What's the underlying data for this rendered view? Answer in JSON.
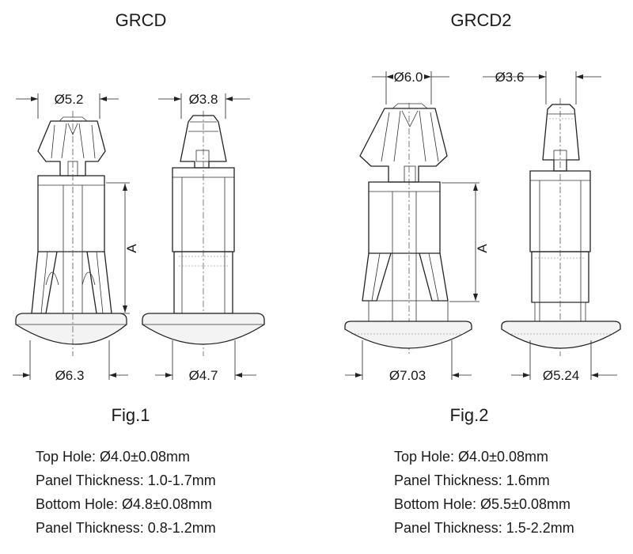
{
  "columns": [
    {
      "title": "GRCD",
      "figure": "Fig.1",
      "dims": {
        "top_left": "Ø5.2",
        "top_right": "Ø3.8",
        "bottom_left": "Ø6.3",
        "bottom_right": "Ø4.7",
        "height": "A"
      },
      "specs": [
        "Top Hole: Ø4.0±0.08mm",
        "Panel Thickness: 1.0-1.7mm",
        "Bottom Hole: Ø4.8±0.08mm",
        "Panel Thickness: 0.8-1.2mm"
      ]
    },
    {
      "title": "GRCD2",
      "figure": "Fig.2",
      "dims": {
        "top_left": "Ø6.0",
        "top_right": "Ø3.6",
        "bottom_left": "Ø7.03",
        "bottom_right": "Ø5.24",
        "height": "A"
      },
      "specs": [
        "Top Hole: Ø4.0±0.08mm",
        "Panel Thickness: 1.6mm",
        "Bottom Hole: Ø5.5±0.08mm",
        "Panel Thickness: 1.5-2.2mm"
      ]
    }
  ]
}
